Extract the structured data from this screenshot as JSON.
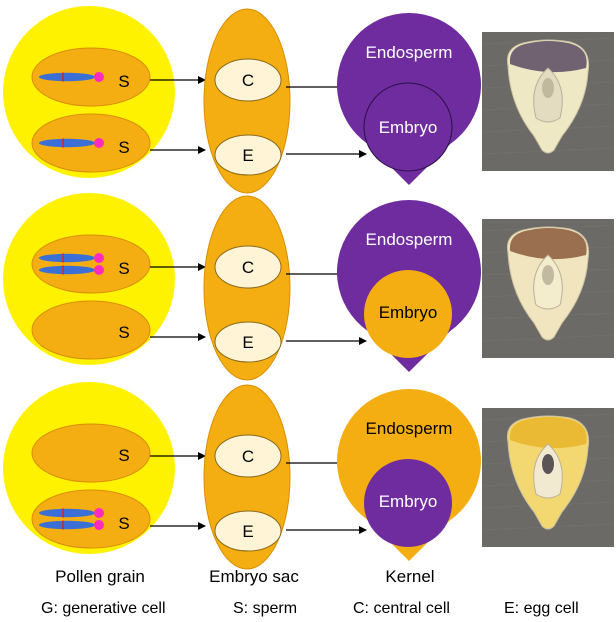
{
  "colors": {
    "pollen_outer": "#FFF200",
    "cell_orange": "#F4AE12",
    "cell_stroke": "#D98E00",
    "nucleus": "#FFF5D6",
    "purple": "#6F2C9F",
    "blue": "#3B6FD6",
    "magenta": "#FF2BBE",
    "photo_bg": "#6b6a67"
  },
  "rows": [
    {
      "pollen_top": {
        "letter": "S",
        "has_sperm": true,
        "sperm_count": 1
      },
      "pollen_bottom": {
        "letter": "S",
        "has_sperm": true,
        "sperm_count": 1
      },
      "sac_top": "C",
      "sac_bottom": "E",
      "kernel": {
        "endosperm_label": "Endosperm",
        "embryo_label": "Embryo",
        "endosperm_color": "purple",
        "embryo_color": "purple"
      },
      "photo": {
        "icon": "purple-kernel-photo"
      }
    },
    {
      "pollen_top": {
        "letter": "S",
        "has_sperm": true,
        "sperm_count": 2
      },
      "pollen_bottom": {
        "letter": "S",
        "has_sperm": false,
        "sperm_count": 0
      },
      "sac_top": "C",
      "sac_bottom": "E",
      "kernel": {
        "endosperm_label": "Endosperm",
        "embryo_label": "Embryo",
        "endosperm_color": "purple",
        "embryo_color": "orange"
      },
      "photo": {
        "icon": "purple-crown-kernel-photo"
      }
    },
    {
      "pollen_top": {
        "letter": "S",
        "has_sperm": false,
        "sperm_count": 0
      },
      "pollen_bottom": {
        "letter": "S",
        "has_sperm": true,
        "sperm_count": 2
      },
      "sac_top": "C",
      "sac_bottom": "E",
      "kernel": {
        "endosperm_label": "Endosperm",
        "embryo_label": "Embryo",
        "endosperm_color": "orange",
        "embryo_color": "purple"
      },
      "photo": {
        "icon": "yellow-kernel-photo"
      }
    }
  ],
  "column_labels": {
    "pollen": "Pollen grain",
    "sac": "Embryo sac",
    "kernel": "Kernel"
  },
  "legend": [
    "G: generative cell",
    "S: sperm",
    "C: central cell",
    "E: egg cell"
  ]
}
